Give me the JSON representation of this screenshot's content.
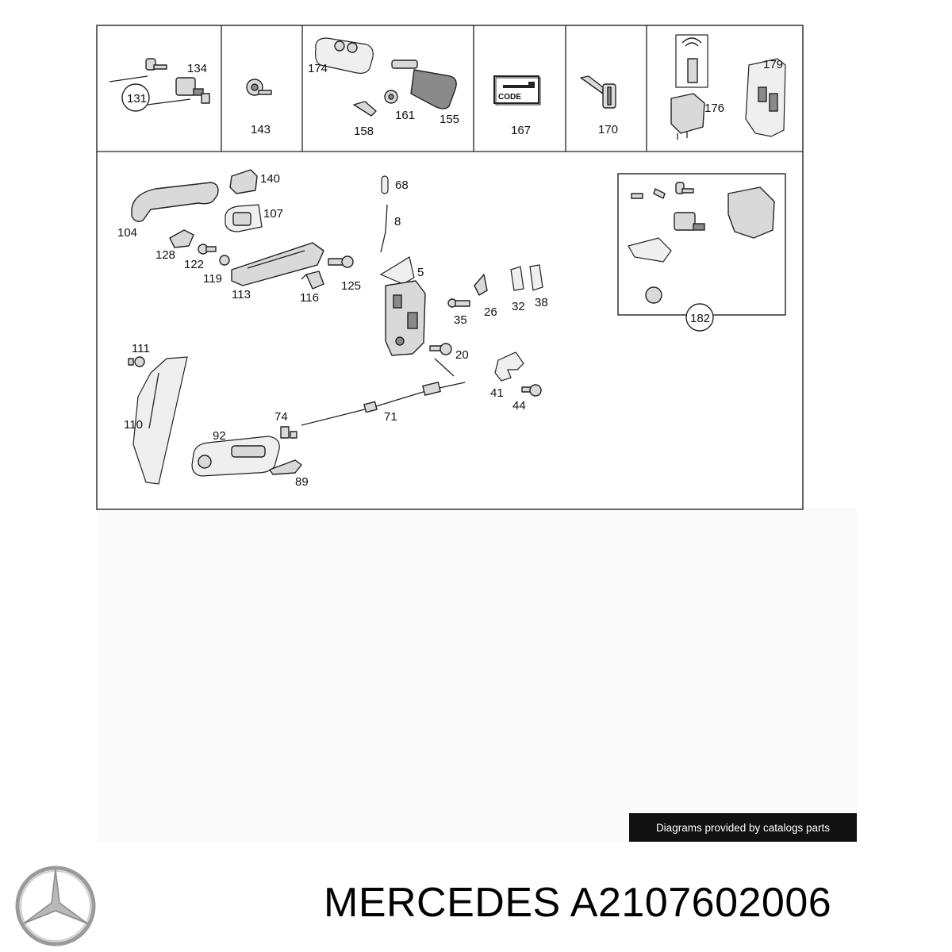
{
  "callouts": {
    "c131": "131",
    "c134": "134",
    "c143": "143",
    "c174": "174",
    "c161": "161",
    "c155": "155",
    "c158": "158",
    "c167": "167",
    "c170": "170",
    "c176": "176",
    "c179": "179",
    "c140": "140",
    "c107": "107",
    "c104": "104",
    "c128": "128",
    "c122": "122",
    "c119": "119",
    "c113": "113",
    "c116": "116",
    "c125": "125",
    "c68": "68",
    "c8": "8",
    "c5": "5",
    "c35": "35",
    "c26": "26",
    "c32": "32",
    "c38": "38",
    "c20": "20",
    "c182": "182",
    "c111": "111",
    "c110": "110",
    "c41": "41",
    "c44": "44",
    "c74": "74",
    "c71": "71",
    "c92": "92",
    "c89": "89"
  },
  "code_label": "CODE",
  "caption": "Diagrams provided by catalogs parts",
  "product": {
    "title": "MERCEDES A2107602006",
    "logo_icon": "mercedes-star-icon"
  }
}
